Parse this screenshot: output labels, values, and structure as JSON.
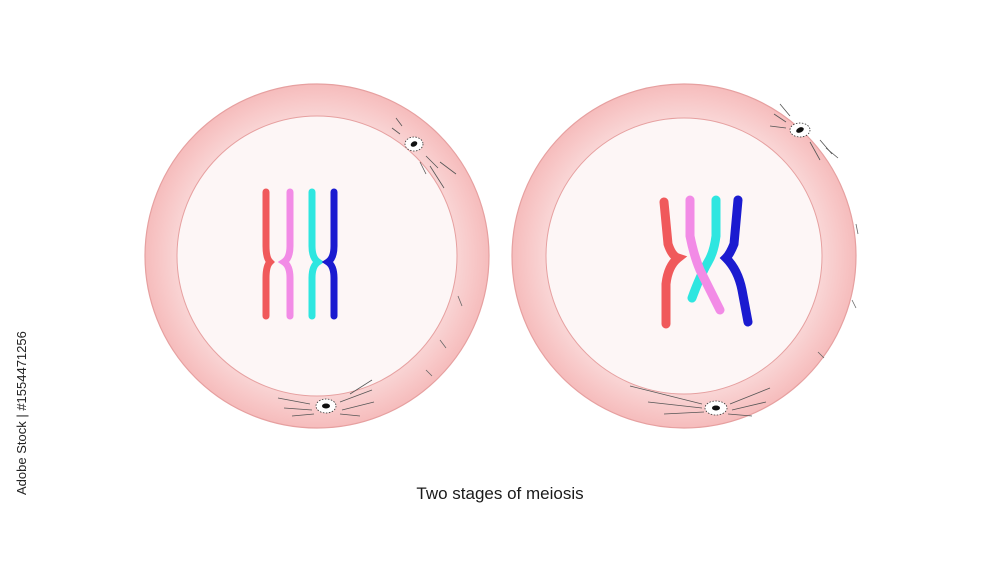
{
  "caption": "Two stages of meiosis",
  "side_credit": "Adobe Stock | #1554471256",
  "colors": {
    "cell_ring": "#f7c3c3",
    "cell_ring_edge": "#e89a9a",
    "nucleus_fill": "#fdf6f6",
    "chromosome_red": "#f0595b",
    "chromosome_pink": "#f28be6",
    "chromosome_cyan": "#2ee6e0",
    "chromosome_blue": "#1b1bd0"
  },
  "icons": {
    "centrosome": "centrosome-icon",
    "spindle_fibers": "spindle-fiber-lines"
  }
}
